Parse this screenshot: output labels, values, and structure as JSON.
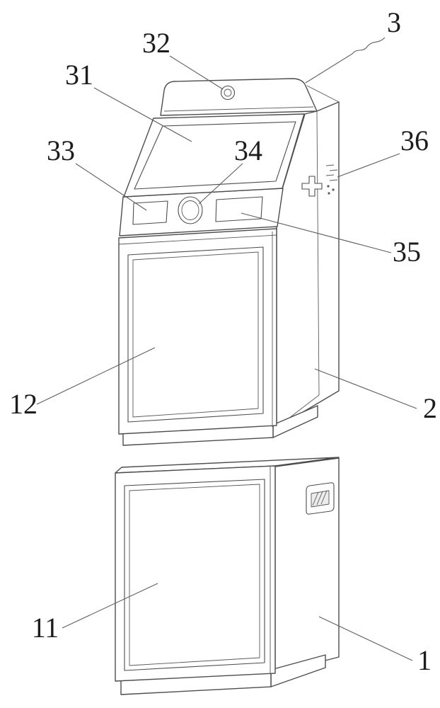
{
  "figure": {
    "background_color": "#ffffff",
    "line_color": "#4d4d4d",
    "label_color": "#1c1c1c"
  },
  "ref_labels": [
    {
      "id": "3",
      "text": "3"
    },
    {
      "id": "32",
      "text": "32"
    },
    {
      "id": "31",
      "text": "31"
    },
    {
      "id": "33",
      "text": "33"
    },
    {
      "id": "34",
      "text": "34"
    },
    {
      "id": "36",
      "text": "36"
    },
    {
      "id": "35",
      "text": "35"
    },
    {
      "id": "12",
      "text": "12"
    },
    {
      "id": "2",
      "text": "2"
    },
    {
      "id": "11",
      "text": "11"
    },
    {
      "id": "1",
      "text": "1"
    }
  ]
}
